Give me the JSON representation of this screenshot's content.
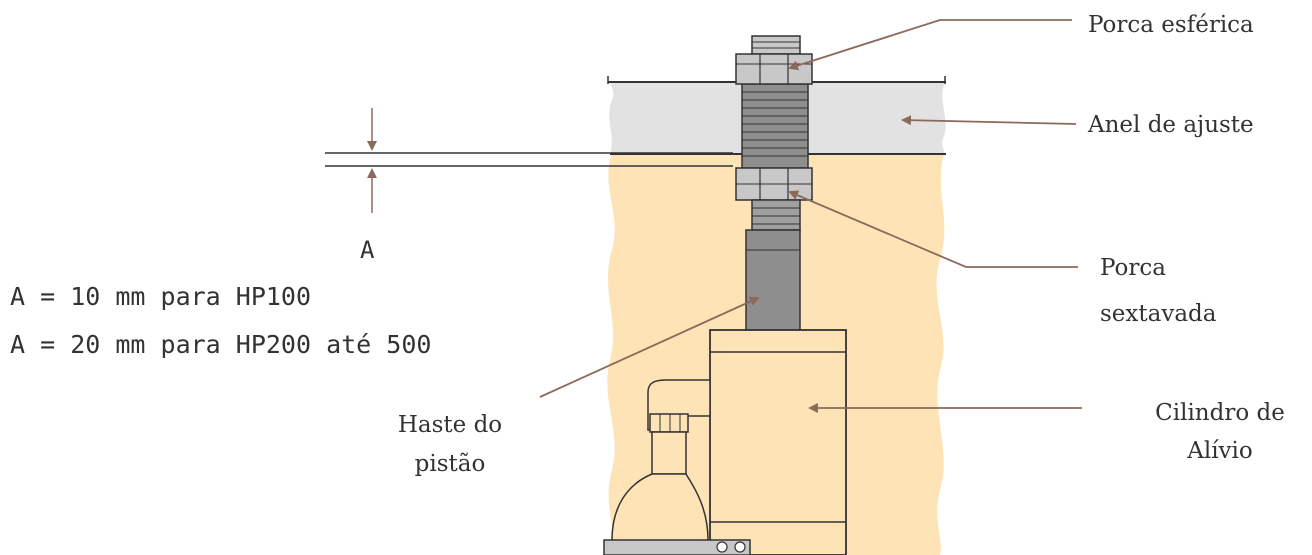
{
  "labels": {
    "porca_esferica": "Porca esférica",
    "anel_ajuste": "Anel de ajuste",
    "porca_sextavada_l1": "Porca",
    "porca_sextavada_l2": "sextavada",
    "cilindro_l1": "Cilindro de",
    "cilindro_l2": "Alívio",
    "haste_l1": "Haste do",
    "haste_l2": "pistão",
    "dim_letter": "A",
    "spec_hp100": "A = 10 mm para HP100",
    "spec_hp200": "A = 20 mm para HP200 até 500"
  },
  "colors": {
    "beige_fill": "#fde3b5",
    "ring_fill": "#e2e2e2",
    "steel_fill": "#8e8e8e",
    "leader": "#8a6a5a",
    "outline": "#333333"
  }
}
